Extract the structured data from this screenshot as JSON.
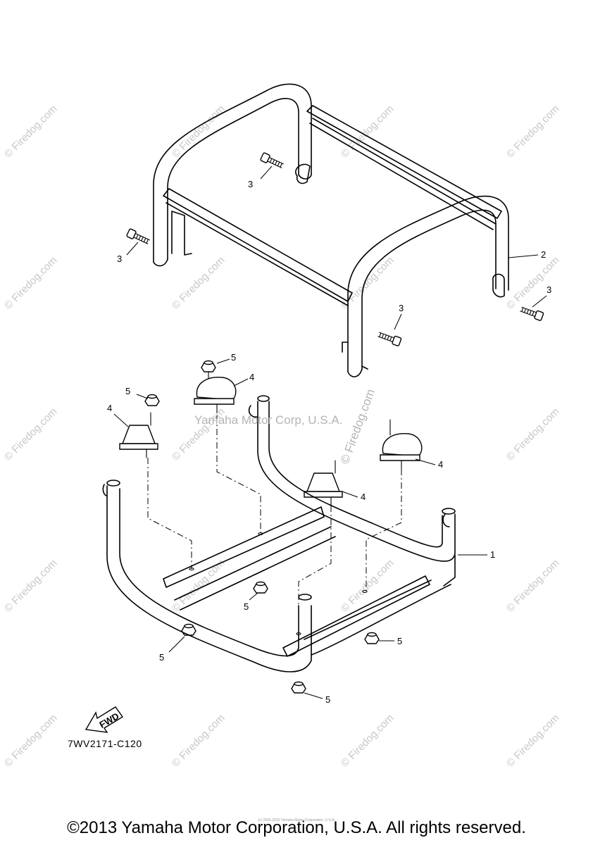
{
  "callouts": {
    "frame_lower": "1",
    "frame_upper": "2",
    "bolt": "3",
    "mount": "4",
    "nut": "5"
  },
  "fwd_label": "FWD",
  "diagram_code": "7WV2171-C120",
  "watermark_center": "Yamaha Motor Corp, U.S.A.",
  "watermark_vertical": "© Firedog.com",
  "watermark_tile": "© Firedog.com",
  "fine_print": "(c) 2005-2015 Yamaha Motor Corporation, U.S.A.",
  "copyright": "©2013 Yamaha Motor Corporation, U.S.A. All rights reserved."
}
